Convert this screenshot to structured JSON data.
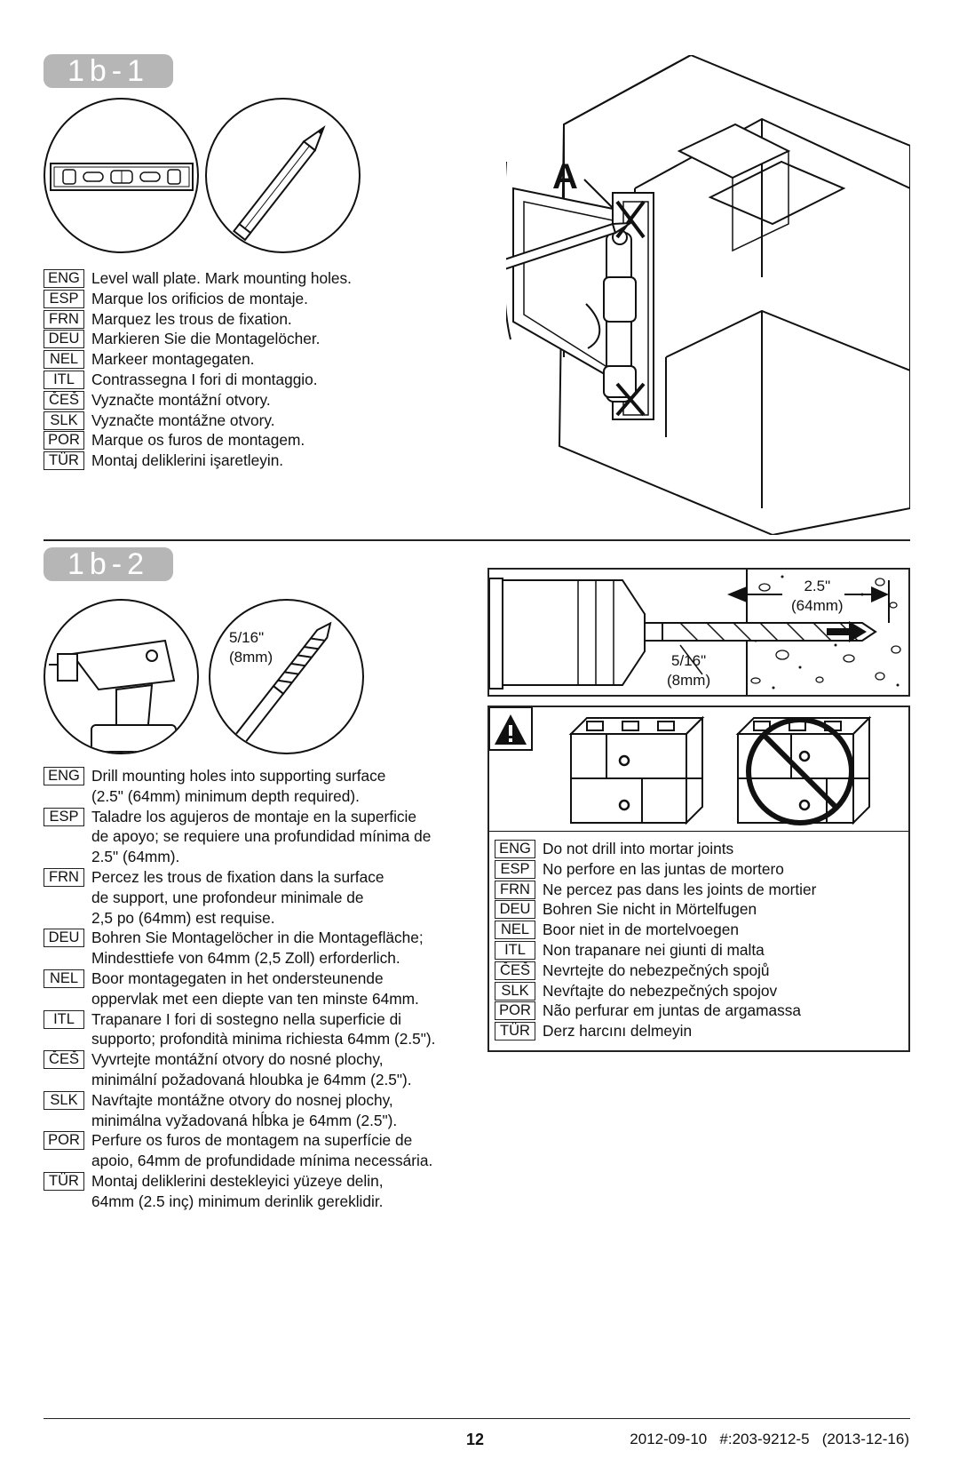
{
  "step1": {
    "badge": "1b-1",
    "label_a": "A",
    "instructions": [
      {
        "code": "ENG",
        "text": "Level wall plate. Mark mounting holes."
      },
      {
        "code": "ESP",
        "text": "Marque los orificios de montaje."
      },
      {
        "code": "FRN",
        "text": "Marquez les trous de fixation."
      },
      {
        "code": "DEU",
        "text": "Markieren Sie die Montagelöcher."
      },
      {
        "code": "NEL",
        "text": "Markeer montagegaten."
      },
      {
        "code": "ITL",
        "text": "Contrassegna I fori di montaggio."
      },
      {
        "code": "ČEŠ",
        "text": "Vyznačte montážní otvory."
      },
      {
        "code": "SLK",
        "text": "Vyznačte montážne otvory."
      },
      {
        "code": "POR",
        "text": "Marque os furos de montagem."
      },
      {
        "code": "TÜR",
        "text": "Montaj deliklerini işaretleyin."
      }
    ]
  },
  "step2": {
    "badge": "1b-2",
    "bit_size_line1": "5/16\"",
    "bit_size_line2": "(8mm)",
    "depth_line1": "2.5\"",
    "depth_line2": "(64mm)",
    "detail_bit_line1": "5/16\"",
    "detail_bit_line2": "(8mm)",
    "instructions": [
      {
        "code": "ENG",
        "text": "Drill mounting holes into supporting surface\n(2.5\" (64mm) minimum depth required)."
      },
      {
        "code": "ESP",
        "text": "Taladre los agujeros de montaje en la superficie\nde apoyo; se requiere una profundidad mínima de\n2.5\" (64mm)."
      },
      {
        "code": "FRN",
        "text": "Percez les trous de fixation dans la surface\nde support, une profondeur minimale de\n2,5 po (64mm) est requise."
      },
      {
        "code": "DEU",
        "text": "Bohren Sie Montagelöcher in die Montagefläche;\nMindesttiefe von 64mm (2,5 Zoll) erforderlich."
      },
      {
        "code": "NEL",
        "text": "Boor montagegaten in het ondersteunende\noppervlak met een diepte van ten minste 64mm."
      },
      {
        "code": "ITL",
        "text": "Trapanare I fori di sostegno nella superficie di\nsupporto; profondità minima richiesta 64mm (2.5\")."
      },
      {
        "code": "ČEŠ",
        "text": "Vyvrtejte montážní otvory do nosné plochy,\nminimální požadovaná hloubka je 64mm (2.5\")."
      },
      {
        "code": "SLK",
        "text": "Navŕtajte montážne otvory do nosnej plochy,\nminimálna vyžadovaná hĺbka je 64mm (2.5\")."
      },
      {
        "code": "POR",
        "text": "Perfure os furos de montagem na superfície de\napoio, 64mm de profundidade mínima necessária."
      },
      {
        "code": "TÜR",
        "text": "Montaj deliklerini destekleyici yüzeye delin,\n64mm (2.5 inç) minimum derinlik gereklidir."
      }
    ],
    "warning": [
      {
        "code": "ENG",
        "text": "Do not drill into mortar joints"
      },
      {
        "code": "ESP",
        "text": "No perfore en las juntas de mortero"
      },
      {
        "code": "FRN",
        "text": "Ne percez pas dans les joints de mortier"
      },
      {
        "code": "DEU",
        "text": "Bohren Sie nicht in Mörtelfugen"
      },
      {
        "code": "NEL",
        "text": "Boor niet in de mortelvoegen"
      },
      {
        "code": "ITL",
        "text": "Non trapanare nei giunti di malta"
      },
      {
        "code": "ČEŠ",
        "text": "Nevrtejte do nebezpečných spojů"
      },
      {
        "code": "SLK",
        "text": "Nevŕtajte do nebezpečných spojov"
      },
      {
        "code": "POR",
        "text": "Não perfurar em juntas de argamassa"
      },
      {
        "code": "TÜR",
        "text": "Derz harcını delmeyin"
      }
    ]
  },
  "footer": {
    "page_number": "12",
    "doc_id": "2012-09-10   #:203-9212-5   (2013-12-16)"
  }
}
